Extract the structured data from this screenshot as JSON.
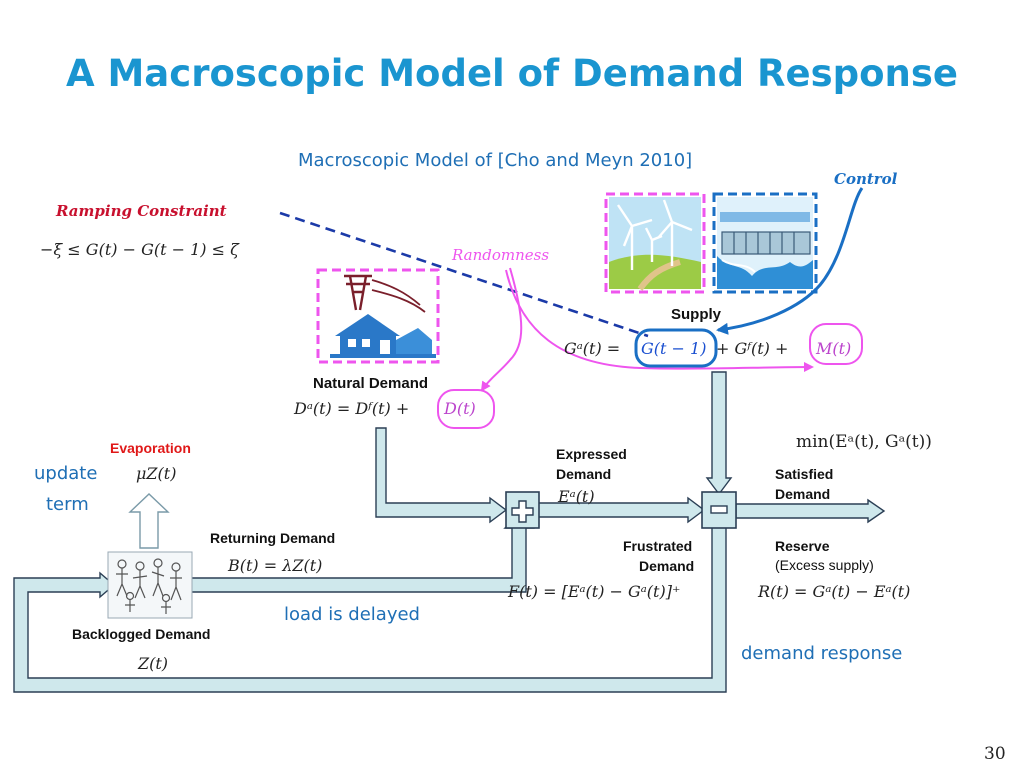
{
  "slide": {
    "title": "A Macroscopic Model of Demand Response",
    "subtitle": "Macroscopic Model of [Cho and Meyn 2010]",
    "page_number": "30"
  },
  "annotations": {
    "control": "Control",
    "ramping_constraint": "Ramping Constraint",
    "randomness": "Randomness"
  },
  "equations": {
    "ramping": "−ξ ≤ G(t) − G(t − 1) ≤ ζ",
    "supply_lhs": "Gᵃ(t) =",
    "supply_g": "G(t − 1)",
    "supply_mid": "+ Gᶠ(t) +",
    "supply_m": "M(t)",
    "demand_lhs": "Dᵃ(t) = Dᶠ(t) +",
    "demand_d": "D(t)",
    "min": "min(Eᵃ(t), Gᵃ(t))",
    "expressed": "Eᵃ(t)",
    "evaporation": "μZ(t)",
    "returning": "B(t) = λZ(t)",
    "backlogged": "Z(t)",
    "frustrated": "F(t) = [Eᵃ(t) − Gᵃ(t)]⁺",
    "reserve": "R(t) = Gᵃ(t) − Eᵃ(t)"
  },
  "labels": {
    "supply": "Supply",
    "natural_demand": "Natural Demand",
    "evaporation": "Evaporation",
    "expressed_demand_1": "Expressed",
    "expressed_demand_2": "Demand",
    "satisfied_demand_1": "Satisfied",
    "satisfied_demand_2": "Demand",
    "returning_demand": "Returning Demand",
    "frustrated_demand_1": "Frustrated",
    "frustrated_demand_2": "Demand",
    "reserve": "Reserve",
    "reserve_sub": "(Excess supply)",
    "backlogged_demand": "Backlogged Demand"
  },
  "notes": {
    "update_1": "update",
    "update_2": "term",
    "load_delayed": "load is delayed",
    "demand_response": "demand response"
  },
  "operators": {
    "plus": "+",
    "minus": "−"
  },
  "colors": {
    "title": "#1a95d0",
    "note_blue": "#1f6fb5",
    "annotation_red": "#c8102e",
    "randomness_magenta": "#ee55ee",
    "pipe_fill": "#cfe8ec",
    "pipe_stroke": "#2b3f55",
    "dashed_blue": "#1b3aa8",
    "control_blue": "#1a6fc4"
  },
  "icons": [
    "wind-turbine-icon",
    "hydro-dam-icon",
    "house-powerline-icon",
    "backlog-crowd-icon"
  ]
}
